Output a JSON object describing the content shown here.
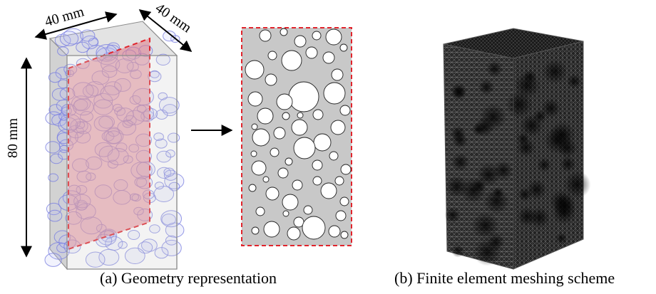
{
  "dimensions": {
    "width_label": "40 mm",
    "depth_label": "40 mm",
    "height_label": "80 mm"
  },
  "captions": {
    "a": "(a) Geometry representation",
    "b": "(b) Finite element meshing scheme"
  },
  "colors": {
    "box_face": "#d7d7d7",
    "box_edge": "#8a8a8a",
    "aggregate_outline": "#7a7fe0",
    "section_plane": "#e07a86",
    "section_outline": "#e0242c",
    "section_fill": "#c8c8c8",
    "mesh_dark": "#1b1b1b",
    "mesh_line": "#7c7c7c"
  }
}
